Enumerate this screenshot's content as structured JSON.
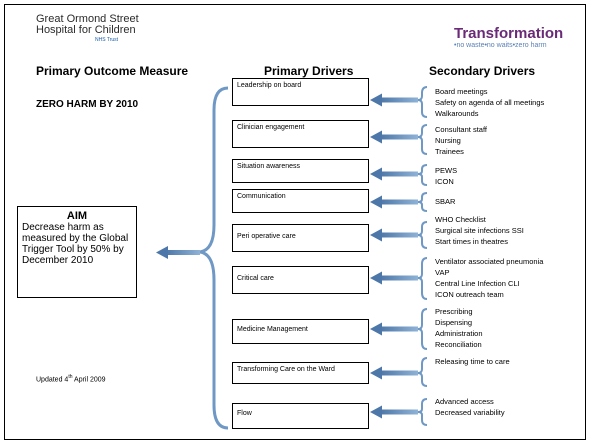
{
  "header": {
    "org_line1": "Great Ormond Street",
    "org_line2": "Hospital for Children",
    "org_trust": "NHS Trust",
    "transformation_title": "Transformation",
    "transformation_tagline": "•no waste•no waits•zero harm"
  },
  "headings": {
    "primary_outcome": "Primary Outcome Measure",
    "primary_drivers": "Primary Drivers",
    "secondary_drivers": "Secondary Drivers"
  },
  "outcome": {
    "zero_harm": "ZERO HARM BY 2010"
  },
  "aim": {
    "title": "AIM",
    "text": "Decrease harm as measured by the Global Trigger Tool by 50% by December 2010"
  },
  "primary_drivers": [
    {
      "label": "Leadership on board"
    },
    {
      "label": "Clinician engagement"
    },
    {
      "label": "Situation awareness"
    },
    {
      "label": "Communication"
    },
    {
      "label": "Peri operative care"
    },
    {
      "label": "Critical care"
    },
    {
      "label": "Medicine Management"
    },
    {
      "label": "Transforming Care on the Ward"
    },
    {
      "label": "Flow"
    }
  ],
  "secondary_drivers": [
    {
      "items": [
        "Board meetings",
        "Safety on agenda of all meetings",
        "Walkarounds"
      ]
    },
    {
      "items": [
        "Consultant staff",
        "Nursing",
        "Trainees"
      ]
    },
    {
      "items": [
        "PEWS",
        "ICON"
      ]
    },
    {
      "items": [
        "SBAR"
      ]
    },
    {
      "items": [
        "WHO Checklist",
        "Surgical site infections SSI",
        "Start times in theatres"
      ]
    },
    {
      "items": [
        "Ventilator associated pneumonia",
        "VAP",
        "Central Line Infection CLI",
        "ICON outreach team"
      ]
    },
    {
      "items": [
        "Prescribing",
        "Dispensing",
        "Administration",
        "Reconciliation"
      ]
    },
    {
      "items": [
        "Releasing time to care"
      ]
    },
    {
      "items": [
        "Advanced access",
        "Decreased variability"
      ]
    }
  ],
  "footer": {
    "updated_prefix": "Updated 4",
    "updated_sup": "th",
    "updated_suffix": " April 2009"
  },
  "colors": {
    "arrow": "#7aa0c8",
    "arrow_dark": "#4d77a8",
    "brace": "#6f98c4",
    "transformation": "#6a2a78"
  }
}
